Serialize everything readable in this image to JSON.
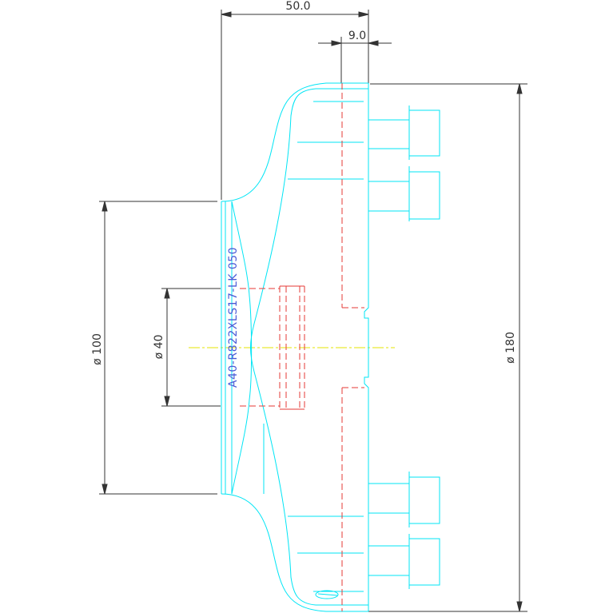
{
  "colors": {
    "outline": "#00e5f5",
    "hidden": "#e53935",
    "centerline": "#e6e600",
    "dimension": "#333333",
    "part_label": "#4a5bd6"
  },
  "dimensions": {
    "overall_length": "50.0",
    "flange_thickness": "9.0",
    "bore_diameter": "ø 40",
    "hub_diameter": "ø 100",
    "outer_diameter": "ø 180"
  },
  "part_number": "A40-R822XLS17-LK 050"
}
